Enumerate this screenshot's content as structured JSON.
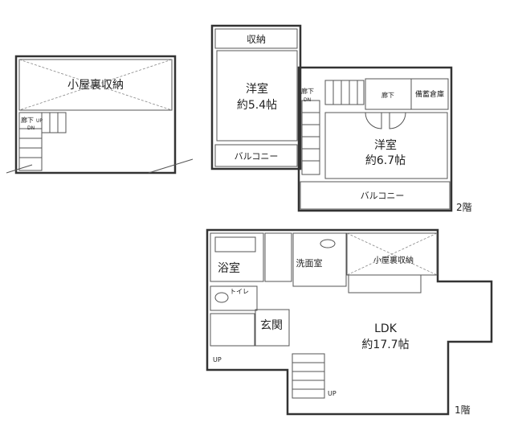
{
  "loft": {
    "storage": "小屋裏収納",
    "hall": "廊下",
    "up": "UP",
    "dn": "DN"
  },
  "floor2": {
    "closet": "収納",
    "room1": {
      "name": "洋室",
      "size": "約5.4帖"
    },
    "balcony1": "バルコニー",
    "hall": "廊下",
    "stair_hall": "廊下",
    "dn": "DN",
    "reserve_storage": "備蓄倉庫",
    "room2": {
      "name": "洋室",
      "size": "約6.7帖"
    },
    "balcony2": "バルコニー",
    "floor_label": "2階"
  },
  "floor1": {
    "bath": "浴室",
    "washroom": "洗面室",
    "attic_storage": "小屋裏収納",
    "toilet": "トイレ",
    "entrance": "玄関",
    "ldk": {
      "name": "LDK",
      "size": "約17.7帖"
    },
    "up_entrance": "UP",
    "up_stairs": "UP",
    "floor_label": "1階"
  }
}
